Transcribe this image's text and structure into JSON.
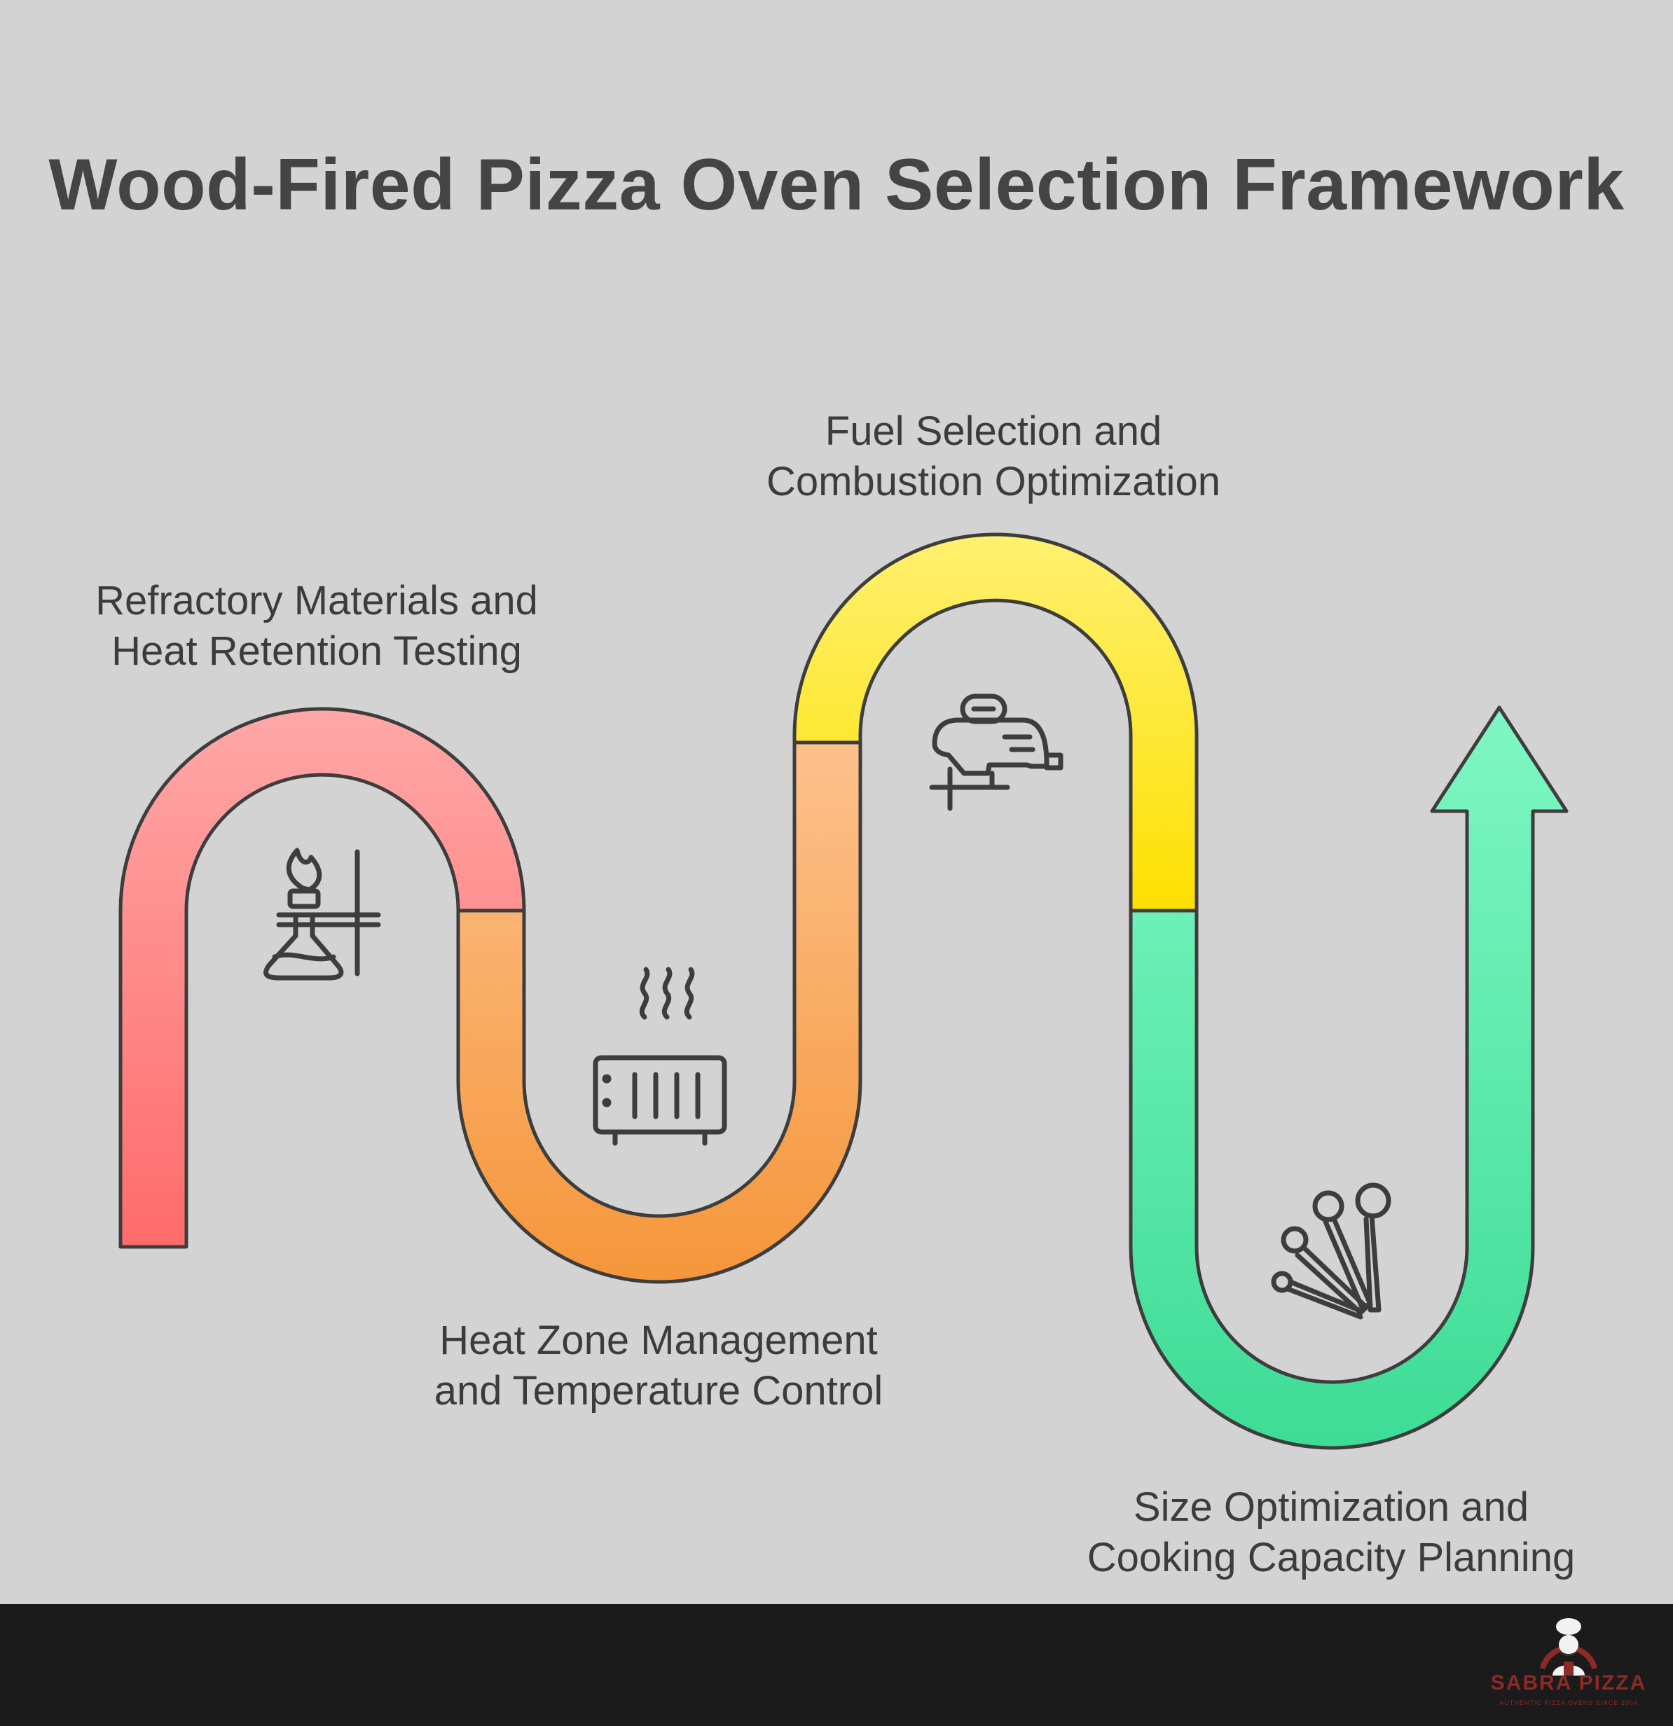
{
  "title": "Wood-Fired Pizza Oven Selection Framework",
  "steps": [
    {
      "lines": [
        "Refractory Materials and",
        "Heat Retention Testing"
      ],
      "icon": "chemistry-flask-burner-icon",
      "color_top": "#ffa3a3",
      "color_bottom": "#ff6b6b"
    },
    {
      "lines": [
        "Fuel Selection and",
        "Combustion Optimization"
      ],
      "icon": "jigsaw-tool-icon",
      "color_top": "#fff06a",
      "color_bottom": "#fde000"
    },
    {
      "lines": [
        "Heat Zone Management",
        "and Temperature Control"
      ],
      "icon": "radiator-heater-icon",
      "color_top": "#fdc08a",
      "color_bottom": "#f5963a"
    },
    {
      "lines": [
        "Size Optimization and",
        "Cooking Capacity Planning"
      ],
      "icon": "measuring-spoons-icon",
      "color_top": "#7ff5c2",
      "color_bottom": "#3ddc95"
    }
  ],
  "brand": {
    "name": "SABRA PIZZA",
    "tagline": "AUTHENTIC PIZZA OVENS SINCE 2004",
    "logo": "chef-logo-icon",
    "color": "#8c2a25"
  },
  "colors": {
    "background": "#d3d3d3",
    "footer": "#1b1b1b",
    "outline": "#3d3d3d",
    "text": "#3c3c3c"
  }
}
